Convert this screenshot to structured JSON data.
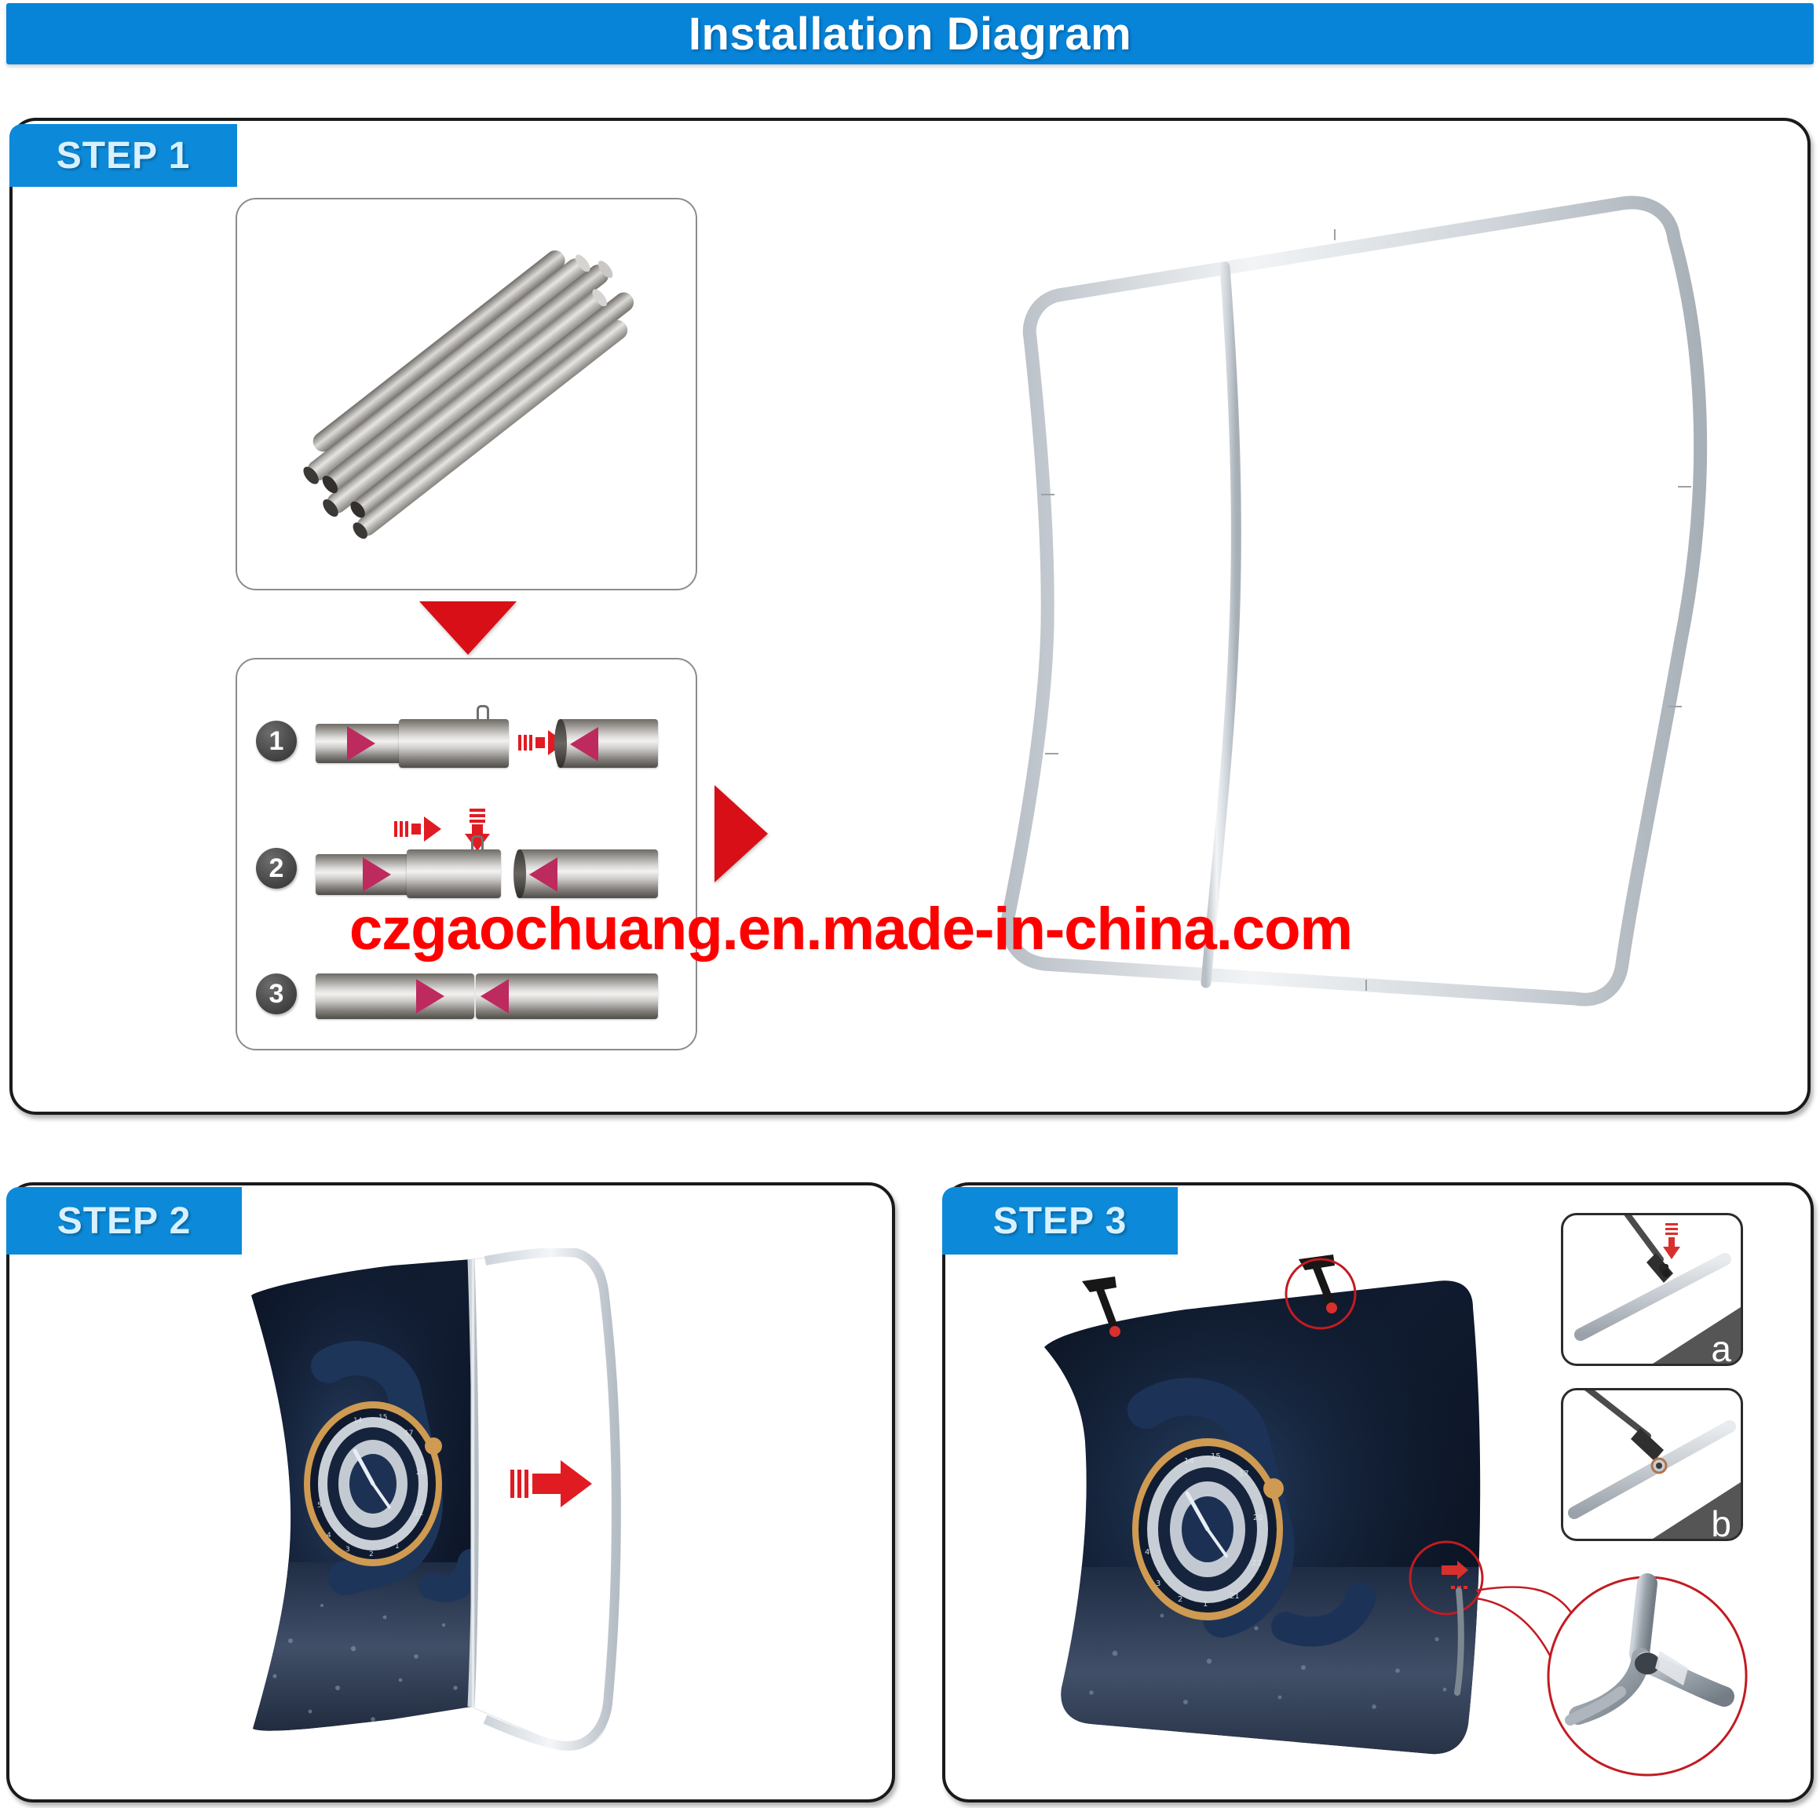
{
  "header": {
    "title": "Installation Diagram",
    "bg_color": "#0783d8",
    "text_color": "#ffffff"
  },
  "watermark": {
    "text": "czgaochuang.en.made-in-china.com",
    "color": "#ff0000"
  },
  "theme": {
    "tab_color": "#0c8ad9",
    "tab_text_color": "#d8f1ff",
    "panel_border": "#1a1a1a",
    "arrow_red": "#d80f17",
    "accent_red": "#e11b22",
    "callout_red": "#c21b22",
    "tube_gray": "#cfcdca",
    "badge_gray": "#4a4a4a",
    "pink_arrow": "#bd2a5e",
    "banner_dark": "#0b1020"
  },
  "steps": [
    {
      "id": "step1",
      "label": "STEP 1",
      "caption_icons": {
        "down_arrow": "red-triangle-down-icon",
        "right_arrow": "red-triangle-right-icon"
      },
      "parts_box": {
        "name": "pole-bundle-photo",
        "description": "bundle of gray aluminium tubes"
      },
      "assembly_box": {
        "name": "tube-connection-diagram",
        "substeps": [
          {
            "number": "1",
            "description": "insert male tube end toward female socket"
          },
          {
            "number": "2",
            "description": "press spring pin and slide tubes together"
          },
          {
            "number": "3",
            "description": "tubes locked together"
          }
        ]
      },
      "result": {
        "name": "assembled-curved-frame",
        "description": "wavy tension fabric frame with center vertical bar"
      }
    },
    {
      "id": "step2",
      "label": "STEP 2",
      "graphic": {
        "name": "watch-banner-graphic",
        "description": "printed fabric with luxury wristwatch sliding onto frame"
      },
      "arrow": "red-arrow-right-icon"
    },
    {
      "id": "step3",
      "label": "STEP 3",
      "graphic": {
        "name": "finished-display-graphic",
        "description": "completed display with top clips attached"
      },
      "insets": [
        {
          "letter": "a",
          "name": "clip-press-down-detail",
          "description": "push clip down onto tube"
        },
        {
          "letter": "b",
          "name": "clip-locked-detail",
          "description": "clip seated on tube"
        }
      ],
      "magnifier": {
        "name": "foot-joint-magnifier",
        "description": "magnified base foot connector joint"
      },
      "clip_callouts": [
        {
          "name": "clip-marker-left"
        },
        {
          "name": "clip-marker-right"
        },
        {
          "name": "foot-marker"
        }
      ]
    }
  ]
}
